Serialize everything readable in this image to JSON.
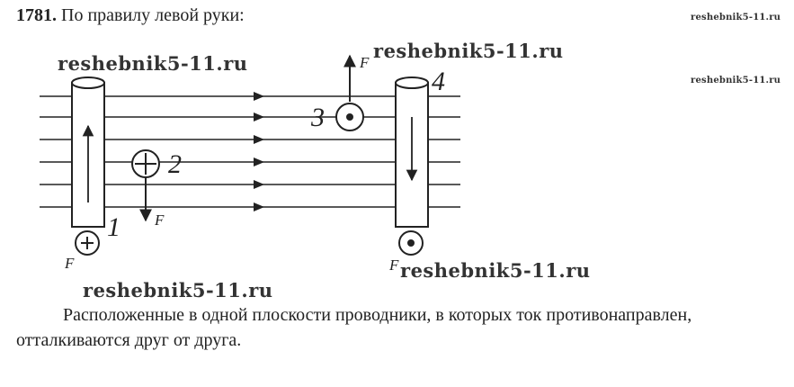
{
  "heading": {
    "number": "1781.",
    "text": " По правилу левой руки:"
  },
  "watermarks": {
    "small": "reshebnik5-11.ru",
    "big": "reshebnik5-11.ru"
  },
  "figure": {
    "wire_labels": [
      "1",
      "2",
      "3",
      "4"
    ],
    "force_label": "F"
  },
  "answer": "Расположенные в одной плоскости проводники, в которых ток противонаправлен, отталкиваются друг от друга."
}
